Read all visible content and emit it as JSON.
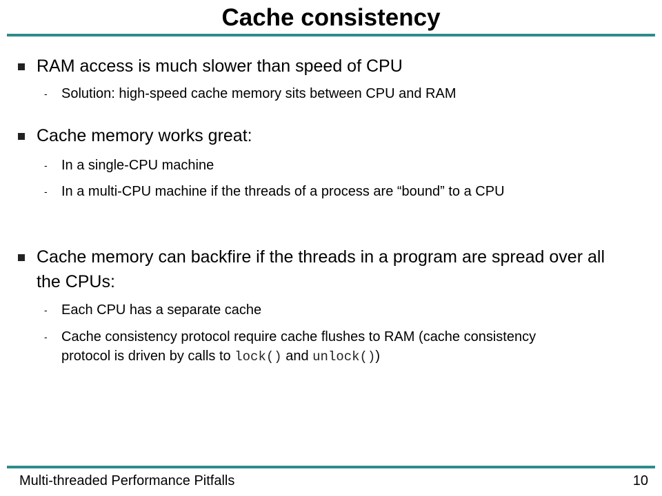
{
  "slide": {
    "title": "Cache consistency",
    "accent_color": "#2e8b8b"
  },
  "bullets": [
    {
      "text": "RAM access is much slower than speed of CPU",
      "sub": [
        {
          "text": "Solution: high-speed cache memory sits between CPU and RAM"
        }
      ]
    },
    {
      "text": "Cache memory works great:",
      "sub": [
        {
          "text": "In a single-CPU machine"
        },
        {
          "text": "In a multi-CPU machine if the threads of a process are “bound” to a CPU"
        }
      ]
    },
    {
      "text": "Cache memory can backfire if the threads in a program are spread over all the CPUs:",
      "sub": [
        {
          "text": "Each CPU has a separate cache"
        },
        {
          "text_a": "Cache consistency protocol require cache flushes to RAM (cache consistency protocol is driven by calls to ",
          "code_a": "lock()",
          "text_b": " and ",
          "code_b": "unlock()",
          "text_c": ")"
        }
      ]
    }
  ],
  "sub_marker": "-",
  "footer": {
    "left": "Multi-threaded Performance Pitfalls",
    "page_number": "10"
  }
}
